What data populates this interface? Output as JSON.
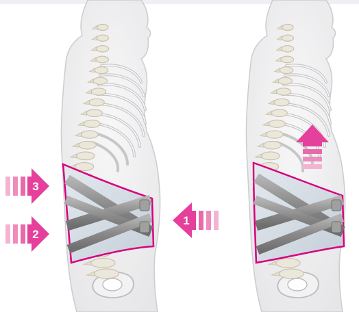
{
  "colors": {
    "background": "#ffffff",
    "body_outline": "#c9c9cc",
    "body_fill": "#eeeeef",
    "bone": "#ebe7da",
    "bone_shadow": "#c9c2ad",
    "brace_panel": "#d3dbe3",
    "brace_trim": "#d9007e",
    "strap": "#8d8d8d",
    "strap_light": "#c4c4c4",
    "arrow": "#e5409b",
    "arrow_light": "#f7c3dd"
  },
  "figures": [
    {
      "name": "figure-left",
      "description_icon": "spine-with-brace-compression"
    },
    {
      "name": "figure-right",
      "description_icon": "spine-with-brace-lift"
    }
  ],
  "arrows": {
    "arrow_3": {
      "label": "3",
      "direction": "right"
    },
    "arrow_2": {
      "label": "2",
      "direction": "right"
    },
    "arrow_1": {
      "label": "1",
      "direction": "left"
    },
    "arrow_up": {
      "label": "",
      "direction": "up"
    }
  }
}
